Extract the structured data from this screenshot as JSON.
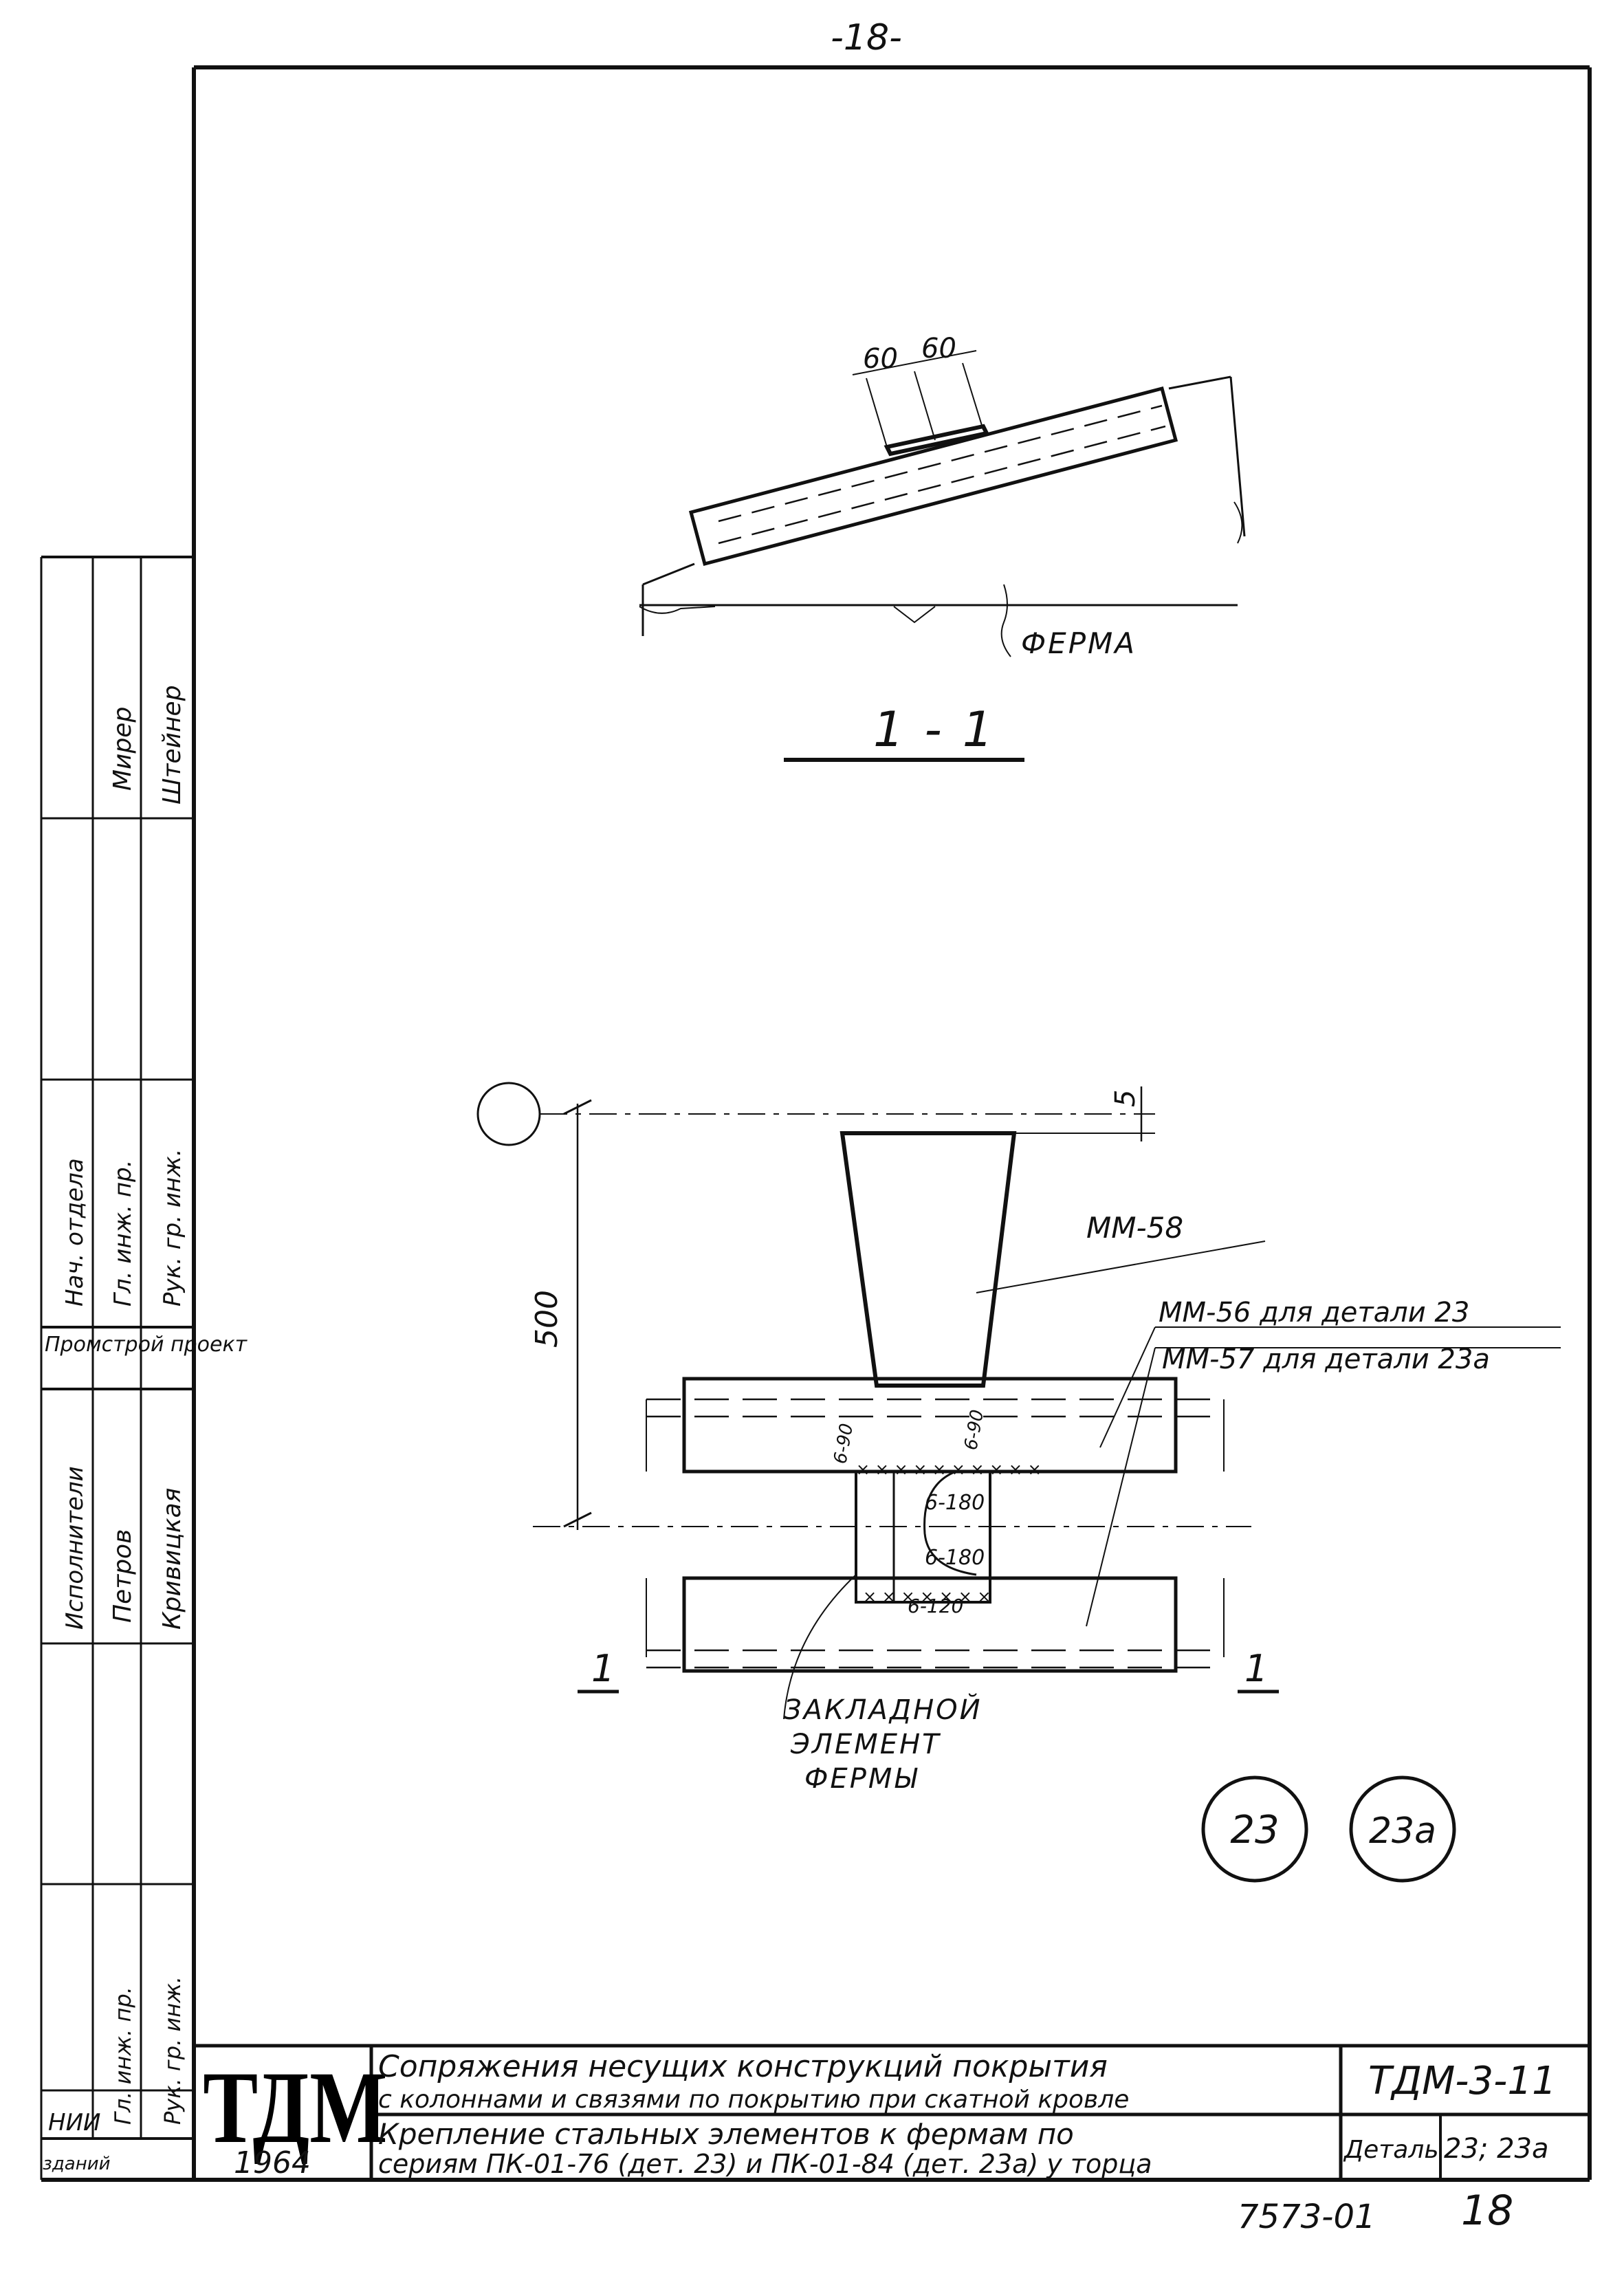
{
  "page_number": "-18-",
  "section": {
    "dim_left": "60",
    "dim_right": "60",
    "truss_label": "ФЕРМА",
    "section_title": "1-1"
  },
  "plan": {
    "axis_marker": "",
    "dim_height": "500",
    "dim_top": "5",
    "label_mm58": "ММ-58",
    "label_mm56": "ММ-56 для детали 23",
    "label_mm57": "ММ-57 для детали 23а",
    "weld_labels": [
      "6-90",
      "6-90",
      "6-180",
      "6-180",
      "6-120"
    ],
    "embedded_label_1": "ЗАКЛАДНОЙ",
    "embedded_label_2": "ЭЛЕМЕНТ",
    "embedded_label_3": "ФЕРМЫ",
    "cut_mark_left": "1",
    "cut_mark_right": "1",
    "detail_badges": [
      "23",
      "23а"
    ]
  },
  "side_stamp": {
    "columns": [
      {
        "role": "Нач. отдела",
        "name": "Мирер"
      },
      {
        "role": "Гл. инж. пр.",
        "name": "Штейнер"
      },
      {
        "role": "Рук. гр. инж.",
        "name": ""
      },
      {
        "role": "Промстрой проект",
        "name": ""
      },
      {
        "role": "Исполнители",
        "name": "Петров"
      },
      {
        "role": "",
        "name": "Кривицкая"
      },
      {
        "role": "Гл. инж. пр.",
        "name": ""
      },
      {
        "role": "Рук. гр. инж.",
        "name": ""
      }
    ],
    "org_line_1": "НИИ",
    "org_line_2": "зданий"
  },
  "title_block": {
    "logo": "ТДМ",
    "year": "1964",
    "title_line_1": "Сопряжения несущих конструкций покрытия",
    "title_line_2": "с колоннами и связями по покрытию при скатной кровле",
    "subtitle_line_1": "Крепление стальных элементов к фермам по",
    "subtitle_line_2": "сериям ПК-01-76 (дет. 23) и ПК-01-84 (дет. 23а) у торца",
    "code": "ТДМ-3-11",
    "detail_label": "Деталь",
    "detail_values": "23; 23а"
  },
  "footer": {
    "sheet_code": "7573-01",
    "sheet_number": "18"
  }
}
